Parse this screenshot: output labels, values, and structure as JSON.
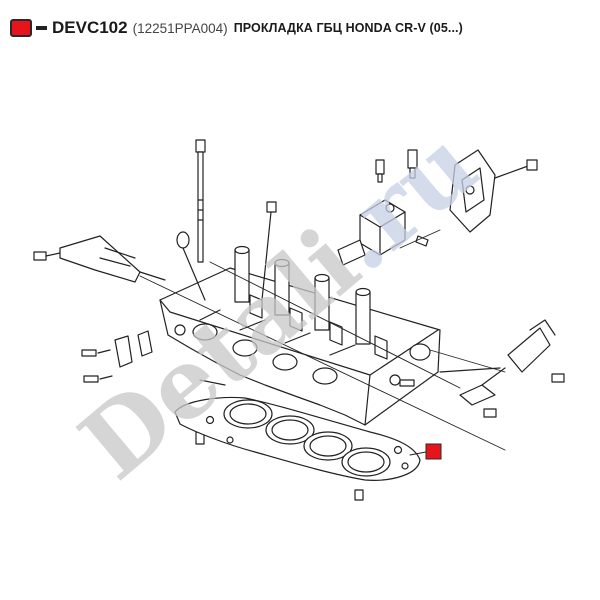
{
  "header": {
    "code": "DEVC102",
    "part_number": "(12251PPA004)",
    "description": "ПРОКЛАДКА ГБЦ HONDA CR-V (05...)"
  },
  "watermark": {
    "text": "Detali.ru",
    "color": "#c8c8c8"
  },
  "colors": {
    "marker": "#e8141b",
    "line": "#222222"
  },
  "icons": {
    "header_marker": "red-square-marker",
    "callout_marker": "red-square-marker"
  }
}
